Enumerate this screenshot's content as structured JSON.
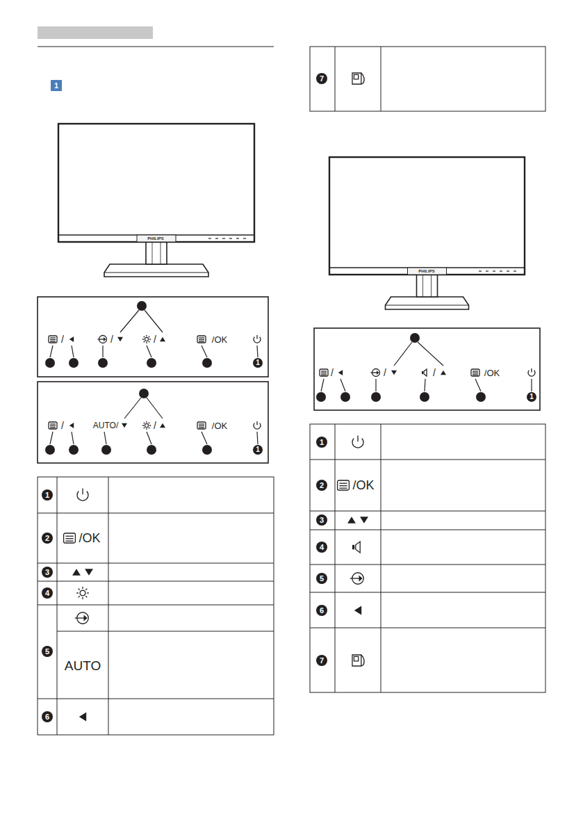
{
  "diagram": {
    "labels": [
      "1",
      "/",
      "/",
      "/",
      "/OK",
      "1",
      "/",
      "AUTO/",
      "/",
      "/OK",
      "1",
      "1",
      "2",
      "3",
      "4",
      "5",
      "6",
      "/OK",
      "AUTO",
      "7",
      "/",
      "/",
      "/",
      "/OK",
      "1",
      "1",
      "2",
      "3",
      "4",
      "5",
      "6",
      "7",
      "/OK",
      "PHILIPS",
      "PHILIPS"
    ]
  }
}
